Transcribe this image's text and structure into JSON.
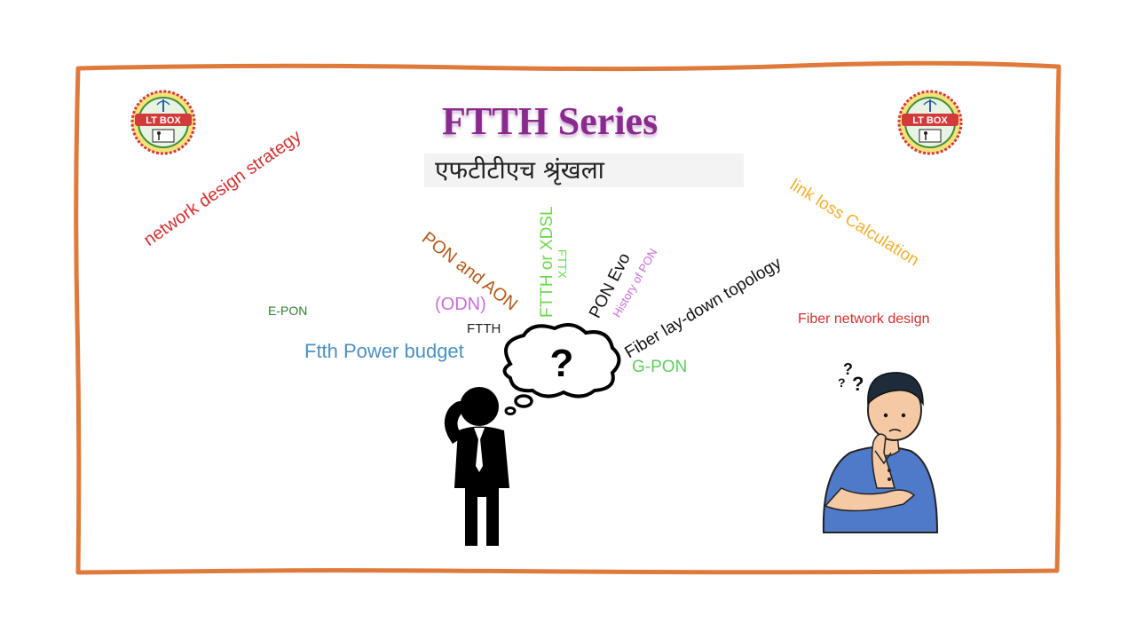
{
  "header": {
    "title": "FTTH Series",
    "subtitle": "एफटीटीएच श्रृंखला"
  },
  "logo": {
    "text": "LT BOX"
  },
  "topics": {
    "network_design_strategy": "network design strategy",
    "e_pon": "E-PON",
    "ftth_power_budget": "Ftth Power budget",
    "pon_and_aon": "PON and AON",
    "odn": "(ODN)",
    "ftth": "FTTH",
    "ftth_or_xdsl": "FTTH or XDSL",
    "fttx": "FTTX",
    "pon_evo": "PON Evo",
    "history_of_pon": "History of PON",
    "fiber_lay_down_topology": "Fiber lay-down topology",
    "g_pon": "G-PON",
    "link_loss_calculation": "link loss Calculation",
    "fiber_network_design": "Fiber network design"
  },
  "colors": {
    "frame": "#e07a3a",
    "title": "#8a2a8f",
    "red": "#d32f2f",
    "green_dark": "#2e7d32",
    "blue": "#4a90c2",
    "brown": "#b05a1a",
    "purple_light": "#c86dd7",
    "green_light": "#6bd94a",
    "orange_yellow": "#f0b030"
  },
  "icons": [
    "confused-person-icon",
    "question-thought-bubble-icon",
    "thinking-man-illustration",
    "lt-box-logo"
  ]
}
